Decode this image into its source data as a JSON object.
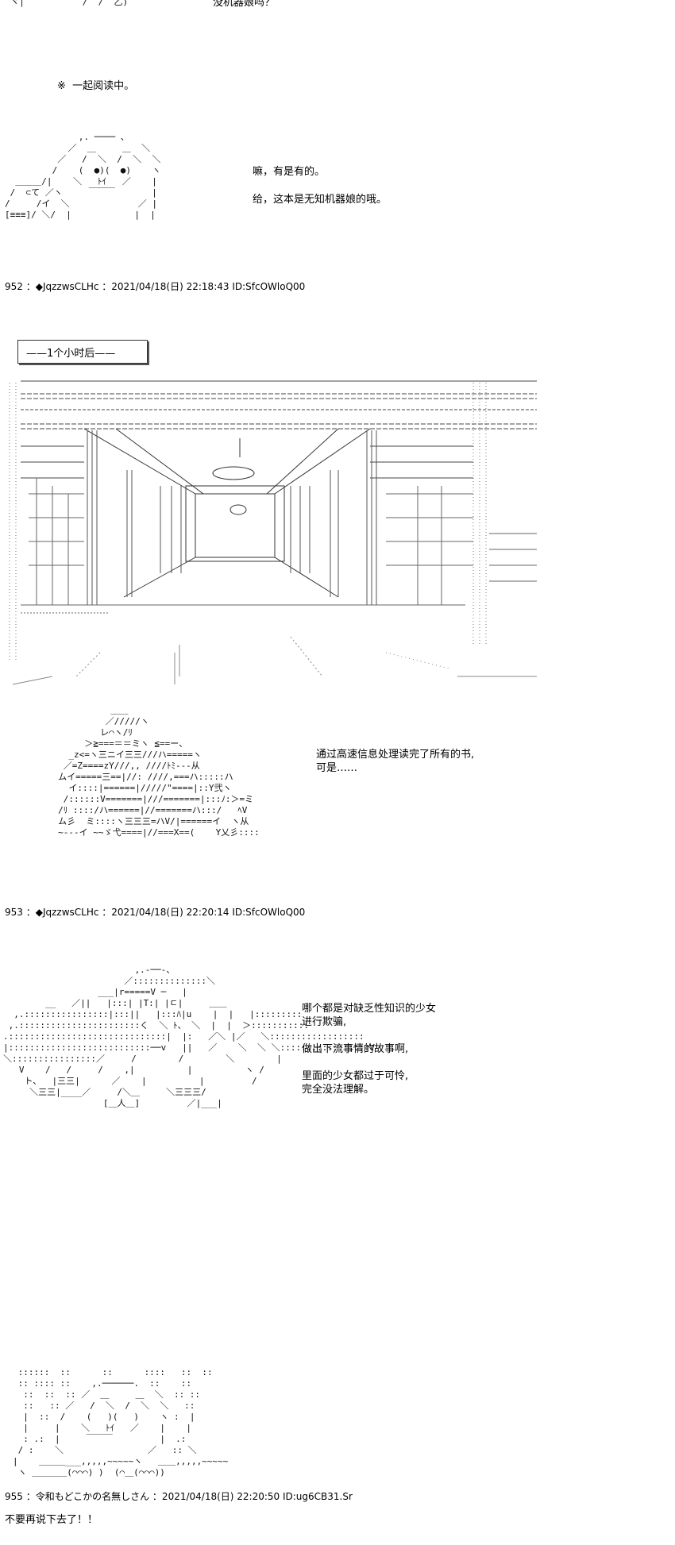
{
  "top_fragment": {
    "aa": "  ヾ|           /  /  乙)                 ",
    "text": "没机器娘吗？"
  },
  "note": "※  一起阅读中。",
  "panel1": {
    "lines": [
      "嘛，有是有的。",
      "给，这本是无知机器娘的哦。"
    ]
  },
  "post952": {
    "header": "952 ：◆JqzzwsCLHc ：2021/04/18(日) 22:18:43 ID:SfcOWloQ00"
  },
  "banner": {
    "label": "——1个小时后——"
  },
  "panel2": {
    "lines": [
      "通过高速信息处理读完了所有的书,",
      "可是……"
    ]
  },
  "post953": {
    "header": "953 ：◆JqzzwsCLHc ：2021/04/18(日) 22:20:14 ID:SfcOWloQ00"
  },
  "panel3": {
    "lines": [
      "哪个都是对缺乏性知识的少女",
      "进行欺骗,",
      "",
      "做出下流事情的故事啊,",
      "",
      "里面的少女都过于可怜,",
      "完全没法理解。"
    ]
  },
  "post955": {
    "header": "955 ：令和もどこかの名無しさん ：2021/04/18(日) 22:20:50 ID:ug6CB31.Sr",
    "body": "不要再说下去了！！"
  },
  "aa_art": {
    "robot1": "              ,. ──── 、\n            ／  ＿     ＿  ＼\n          ／   /  ＼  /  ＼  ＼\n         /    (  ●)(  ●)    ヽ\n  ＿＿＿/|    ＼   ﾄｲ   ／    |\n /  ⊂て ／ヽ     ￣￣￣       |\n/     /イ  ＼             ／ |\n[≡≡≡]/ ＼/  |            |  |",
    "robot2": "               ＿＿\n              ／/////ヽ\n             レ⌒ヽ/ﾘ\n          ＞≧===＝＝ミヽ ≦==ー、\n       _z<=ヽ三ニイ三三///ハ=====ヽ\n      ／=Z====zY///,, ////ﾄﾐ---从\n     ムイ=====三==|//: ////,===ハ:::::ハ\n       イ::::|======|/////\"====|::Y弐ヽ\n      /::::::V=======|///=======|:::ﾉ:＞=ミ\n     /ﾘ ::::/ハ======|//=======ハ:::/   ﾍV\n     ム彡  ミ::::ヽ三三三=ハV/|======イ  ヽ从\n     ~---イ ~~ゞ弋====|//===X==(    Y乂彡::::",
    "robot3": "                         ,.-──-、\n                       ／::::::::::::::＼\n                  ___|r=====V ─   |\n        __   ／||   |:::| |T:| |ㄷ|     ＿＿\n  ,.::::::::::::::::|:::||   |:::ﾊ|u    |  |   |:::::::::\n ,.:::::::::::::::::::::::く  ＼ ﾄ、 ＼  |  |  ＞:::::::::::\n.::::::::::::::::::::::::::::::|  |:   ／＼ |／   ＼::::::::::::::::::\n|:::::::::::::::::::::::::::──v   ||   ／    ＼  ＼ ＼:::::::::::::::::V\n＼::::::::::::::::／     /        /        ＼        |\n   V    /   /     /    ,|          |          ヽ /\n    ト、  |三三|      ／    |          |         /\n     ＼三三|____／     /＼＿     ＼三三三/\n                   [＿人＿]         ／|___|",
    "robot4": " ::::::  ::      ::      ::::   ::  ::\n :: :::: ::    ,.──────.  ::    ::\n  ::  ::  :: ／  ＿     ＿  ＼  :: ::\n  ::   :: ／   /  ＼  /  ＼  ＼   ::\n  |  ::  /    (   )(   )    ヽ :  |\n  |     |    ＼   ﾄｲ   ／    |    |\n  : .:  |     ￣￣￣         |  .:\n / :    ＼                ／   :: ＼\n|    ＿＿＿___,,,,,~~~~~ヽ   ＿＿,,,,,~~~~~\n ヽ ＿＿＿＿(⌒⌒⌒) )  (⌒＿(⌒⌒⌒))"
  }
}
